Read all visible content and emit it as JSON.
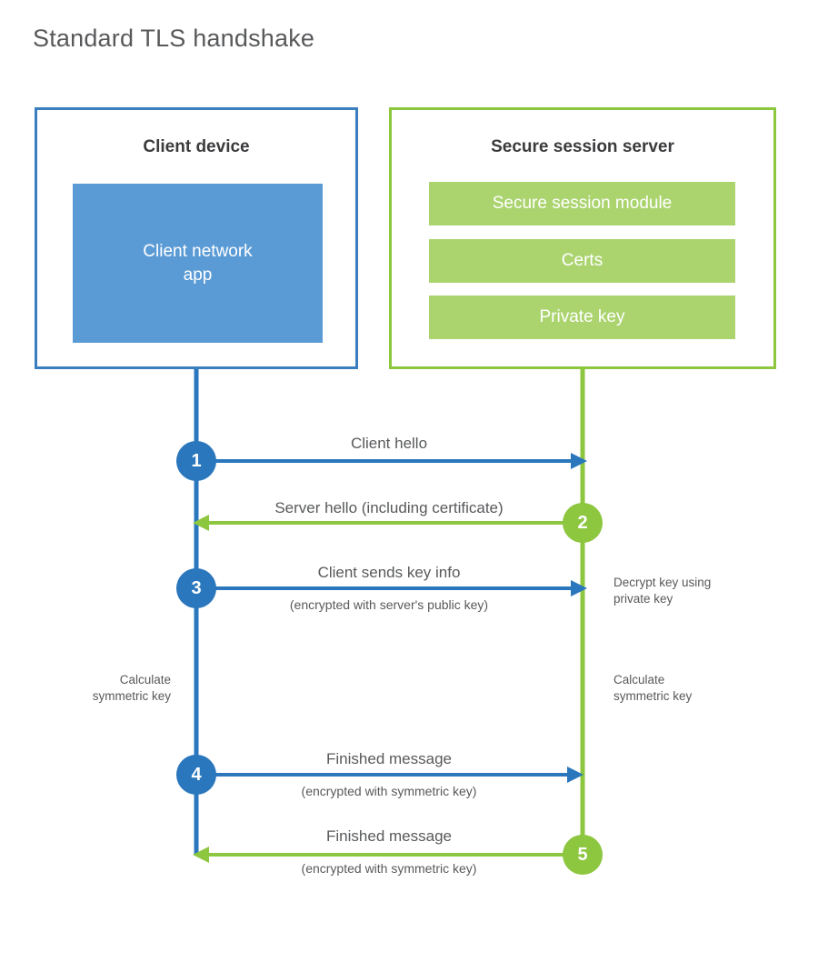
{
  "title": "Standard TLS handshake",
  "colors": {
    "client_border": "#3a7ebf",
    "client_fill": "#5b9bd5",
    "client_accent": "#2a77bd",
    "server_border": "#8dc63f",
    "server_fill": "#abd46f",
    "server_accent": "#8dc63f",
    "text": "#58595b",
    "heading": "#3b3b3d",
    "background": "#ffffff"
  },
  "participants": {
    "client": {
      "title": "Client device",
      "block_label": "Client network\napp"
    },
    "server": {
      "title": "Secure session server",
      "components": [
        {
          "label": "Secure session module"
        },
        {
          "label": "Certs"
        },
        {
          "label": "Private key"
        }
      ]
    }
  },
  "steps": [
    {
      "number": "1",
      "origin": "client",
      "direction": "client-to-server",
      "primary": "Client hello",
      "secondary": ""
    },
    {
      "number": "2",
      "origin": "server",
      "direction": "server-to-client",
      "primary": "Server hello (including certificate)",
      "secondary": ""
    },
    {
      "number": "3",
      "origin": "client",
      "direction": "client-to-server",
      "primary": "Client sends key info",
      "secondary": "(encrypted with server's public key)"
    },
    {
      "number": "4",
      "origin": "client",
      "direction": "client-to-server",
      "primary": "Finished message",
      "secondary": "(encrypted with symmetric key)"
    },
    {
      "number": "5",
      "origin": "server",
      "direction": "server-to-client",
      "primary": "Finished message",
      "secondary": "(encrypted with symmetric key)"
    }
  ],
  "annotations": {
    "server_decrypt": "Decrypt key using\nprivate key",
    "server_calculate": "Calculate\nsymmetric key",
    "client_calculate": "Calculate\nsymmetric key"
  }
}
